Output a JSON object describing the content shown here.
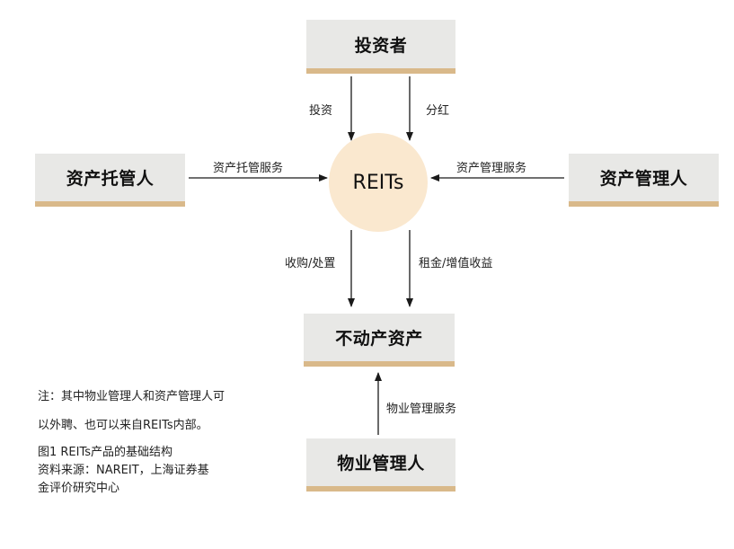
{
  "nodes": {
    "investor": "投资者",
    "custodian": "资产托管人",
    "manager": "资产管理人",
    "center": "REITs",
    "property": "不动产资产",
    "property_manager": "物业管理人"
  },
  "edges": {
    "invest": "投资",
    "dividend": "分红",
    "custody_service": "资产托管服务",
    "management_service": "资产管理服务",
    "acquire_dispose": "收购/处置",
    "rent_income": "租金/增值收益",
    "property_service": "物业管理服务"
  },
  "notes": {
    "line1": "注：其中物业管理人和资产管理人可",
    "line2": "以外聘、也可以来自REITs内部。"
  },
  "caption": "图1  REITs产品的基础结构",
  "source": {
    "line1": "资料来源：NAREIT，上海证券基",
    "line2": "金评价研究中心"
  },
  "colors": {
    "node_fill": "#e8e8e6",
    "node_underline": "#d9b98a",
    "center_fill": "#fae8cf",
    "arrow": "#1a1a1a"
  }
}
